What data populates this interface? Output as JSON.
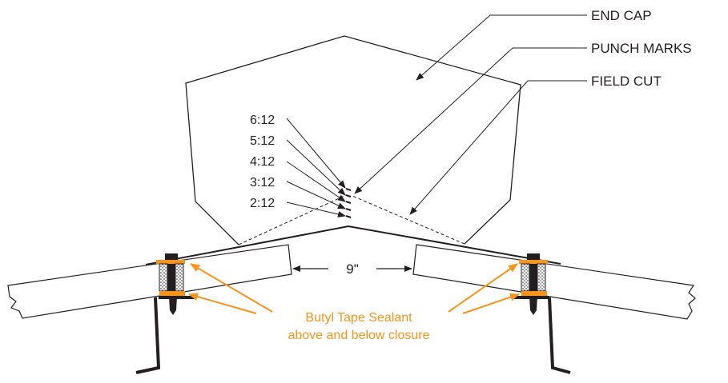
{
  "labels": {
    "end_cap": "END CAP",
    "punch_marks": "PUNCH MARKS",
    "field_cut": "FIELD CUT"
  },
  "pitch_marks": [
    "6:12",
    "5:12",
    "4:12",
    "3:12",
    "2:12"
  ],
  "dimension": "9\"",
  "note": {
    "line1": "Butyl Tape Sealant",
    "line2": "above and below closure"
  },
  "colors": {
    "line": "#231f20",
    "accent": "#f7941d"
  }
}
